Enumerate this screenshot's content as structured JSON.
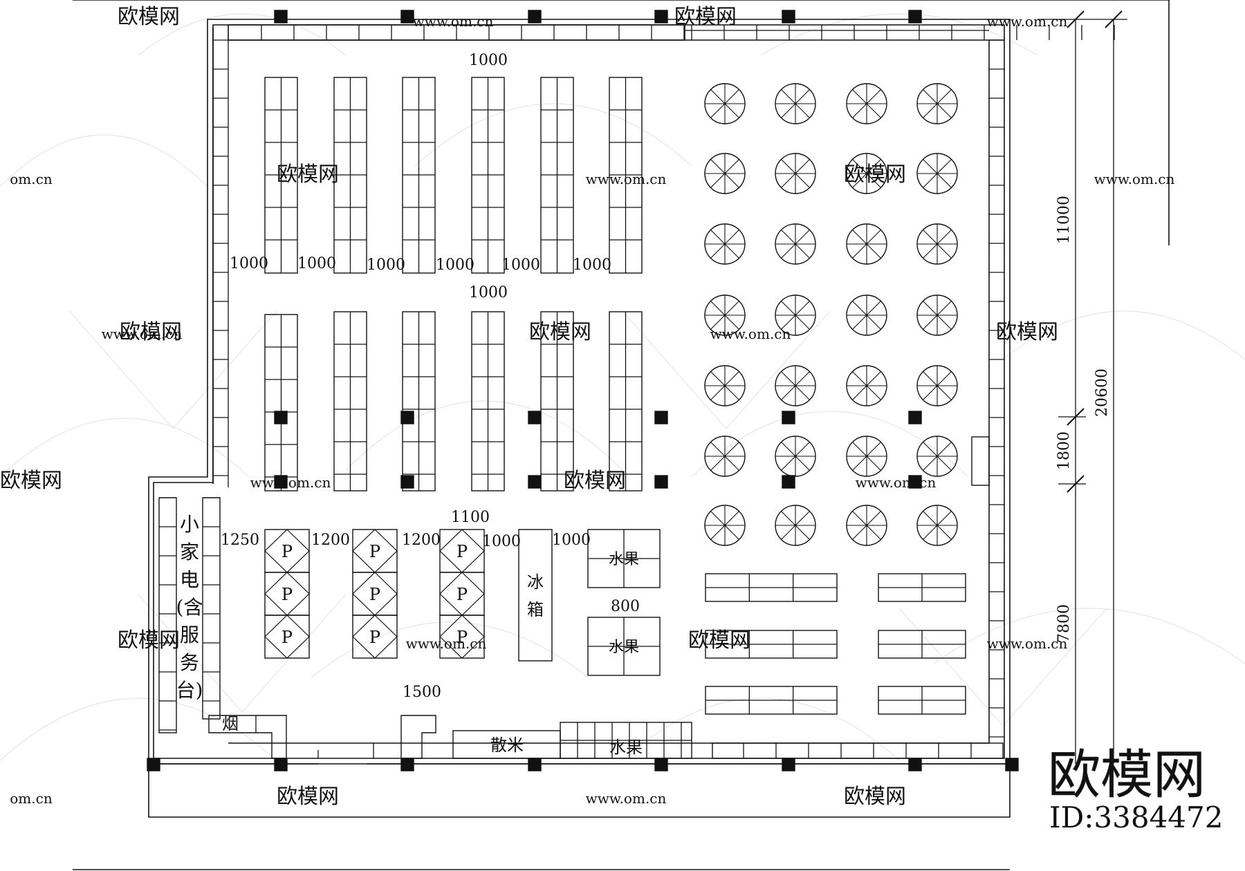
{
  "watermark": {
    "brand": "欧模网",
    "site": "www.om.cn",
    "site_fragment": "om.cn",
    "id_label": "ID:3384472"
  },
  "dimensions": {
    "shelf_top_row": "1000",
    "shelf_top_aisles": [
      "1000",
      "1000",
      "1000",
      "1000",
      "1000",
      "1000"
    ],
    "shelf_mid_row": "1000",
    "lower_row": "1100",
    "lower_aisles": [
      "1250",
      "1200",
      "1200",
      "1000",
      "1000"
    ],
    "fruit_gap": "800",
    "entry": "1500",
    "right_total": "20600",
    "right_upper": "11000",
    "right_middle": "1800",
    "right_lower": "7800"
  },
  "labels": {
    "appliance_counter": [
      "小",
      "家",
      "电",
      "(含",
      "服",
      "务",
      "台)"
    ],
    "tobacco": "烟",
    "pallet_mark": "P",
    "fridge": [
      "冰",
      "箱"
    ],
    "fruit": "水果",
    "bulk_rice": "散米"
  },
  "colors": {
    "line": "#111111",
    "background": "#ffffff",
    "watermark": "#c9c9c9"
  }
}
